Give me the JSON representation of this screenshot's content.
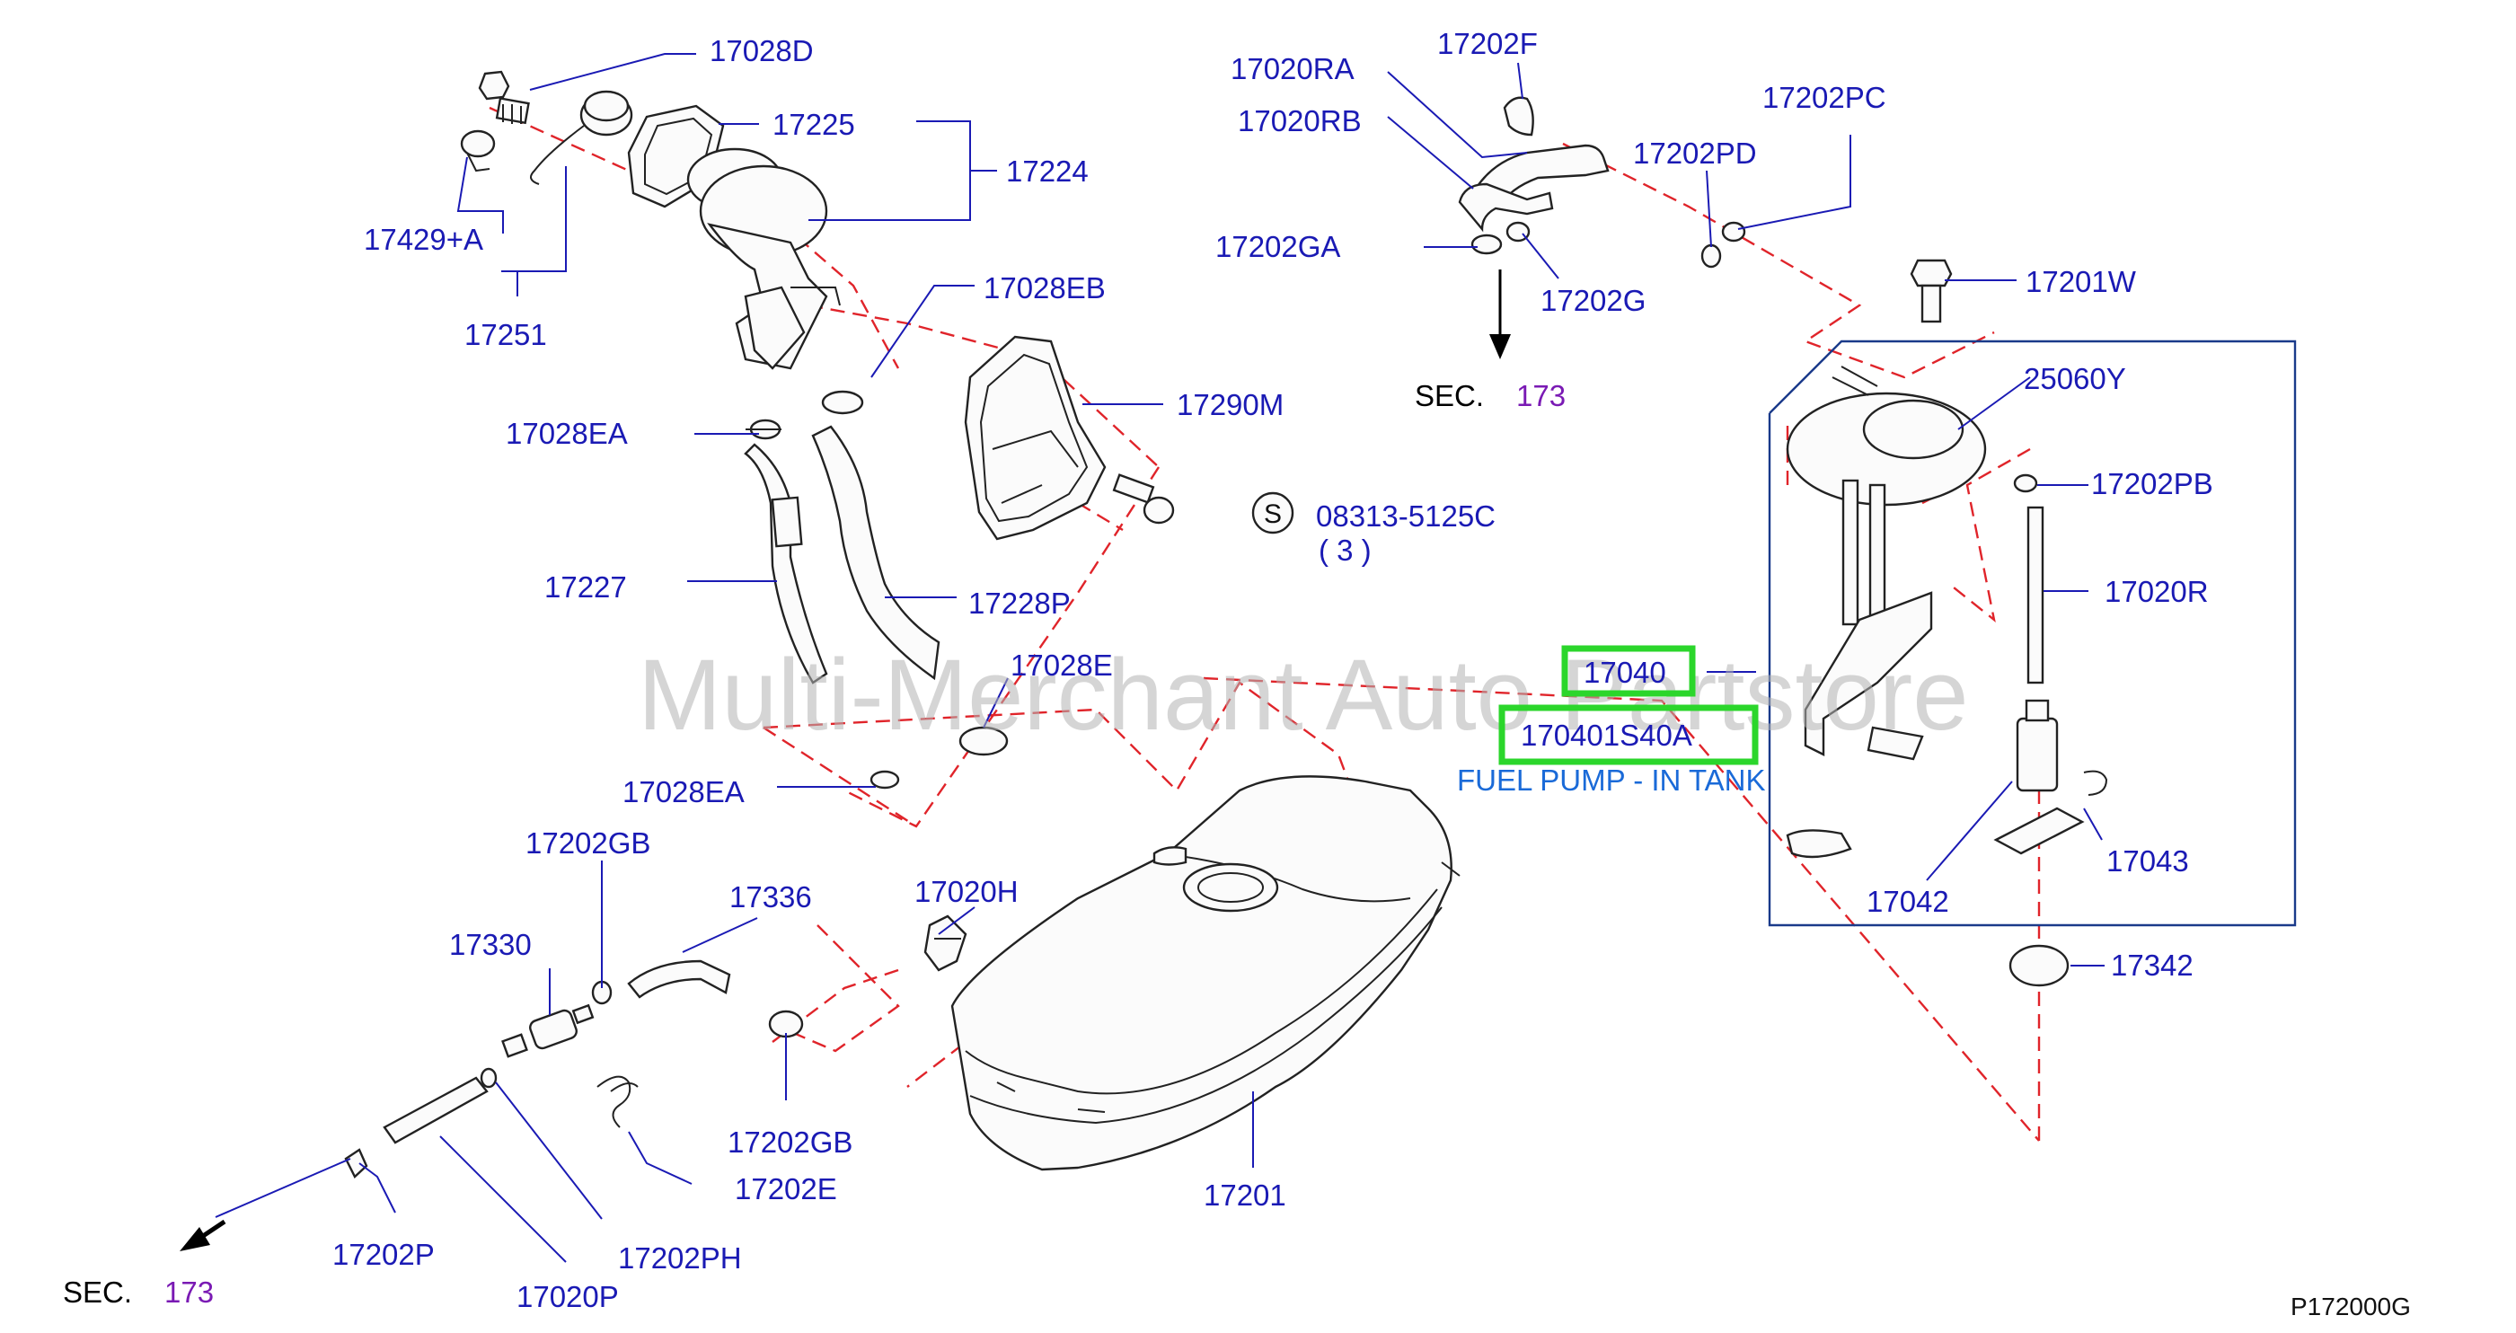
{
  "watermark": "Multi-Merchant Auto Partstore",
  "diagram_code": "P172000G",
  "sections": [
    {
      "prefix": "SEC.",
      "number": "173"
    },
    {
      "prefix": "SEC.",
      "number": "173"
    }
  ],
  "screw": {
    "symbol": "S",
    "number": "08313-5125C",
    "qty": "( 3 )"
  },
  "labels": {
    "l17028D": "17028D",
    "l17225": "17225",
    "l17224": "17224",
    "l17429A": "17429+A",
    "l17251": "17251",
    "l17028EB": "17028EB",
    "l17290M": "17290M",
    "l17028EA_1": "17028EA",
    "l17227": "17227",
    "l17228P": "17228P",
    "l17028E": "17028E",
    "l17028EA_2": "17028EA",
    "l17202GB_1": "17202GB",
    "l17336": "17336",
    "l17330": "17330",
    "l17020H": "17020H",
    "l17202GB_2": "17202GB",
    "l17202E": "17202E",
    "l17201": "17201",
    "l17202P": "17202P",
    "l17202PH": "17202PH",
    "l17020P": "17020P",
    "l17202F": "17202F",
    "l17020RA": "17020RA",
    "l17020RB": "17020RB",
    "l17202PC": "17202PC",
    "l17202PD": "17202PD",
    "l17202GA": "17202GA",
    "l17202G": "17202G",
    "l17201W": "17201W",
    "l25060Y": "25060Y",
    "l17202PB": "17202PB",
    "l17020R": "17020R",
    "l17040": "17040",
    "l170401S40A": "170401S40A",
    "l17043": "17043",
    "l17042": "17042",
    "l17342": "17342"
  },
  "note": "FUEL PUMP - IN TANK",
  "colors": {
    "label": "#1a1ab4",
    "leader": "#1a1ab4",
    "dashed": "#e0242a",
    "highlight": "#2bd62b",
    "section_number": "#7a1ab4",
    "note": "#1a6ad8"
  }
}
